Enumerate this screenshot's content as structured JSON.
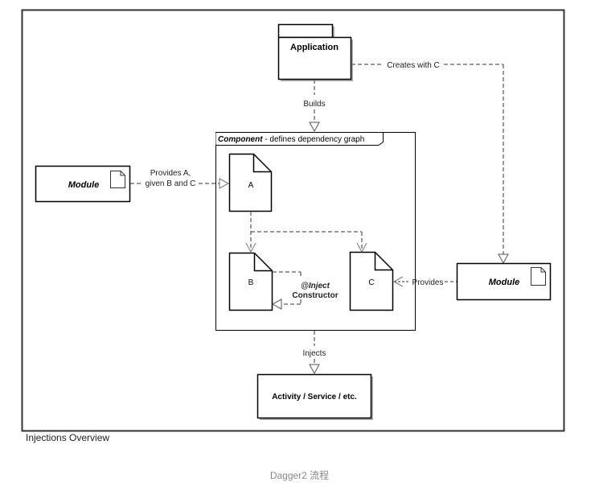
{
  "diagram": {
    "title": "Injections Overview",
    "nodes": {
      "application": {
        "label": "Application"
      },
      "component": {
        "label_bold": "Component",
        "label_rest": " - defines dependency graph"
      },
      "module_left": {
        "label": "Module"
      },
      "module_right": {
        "label": "Module"
      },
      "doc_a": {
        "label": "A"
      },
      "doc_b": {
        "label": "B"
      },
      "doc_c": {
        "label": "C"
      },
      "activity": {
        "label": "Activity / Service / etc."
      }
    },
    "edges": {
      "builds": {
        "label": "Builds"
      },
      "creates_with_c": {
        "label": "Creates with C"
      },
      "provides_a_line1": {
        "label": "Provides A,"
      },
      "provides_a_line2": {
        "label": "given B and C"
      },
      "provides": {
        "label": "Provides"
      },
      "inject_line1": {
        "label": "@Inject"
      },
      "inject_line2": {
        "label": "Constructor"
      },
      "injects": {
        "label": "Injects"
      }
    }
  },
  "caption": "Dagger2 流程",
  "colors": {
    "stroke": "#000000",
    "dashed": "#777777",
    "shadow": "#aaaaaa",
    "frame": "#333333"
  }
}
